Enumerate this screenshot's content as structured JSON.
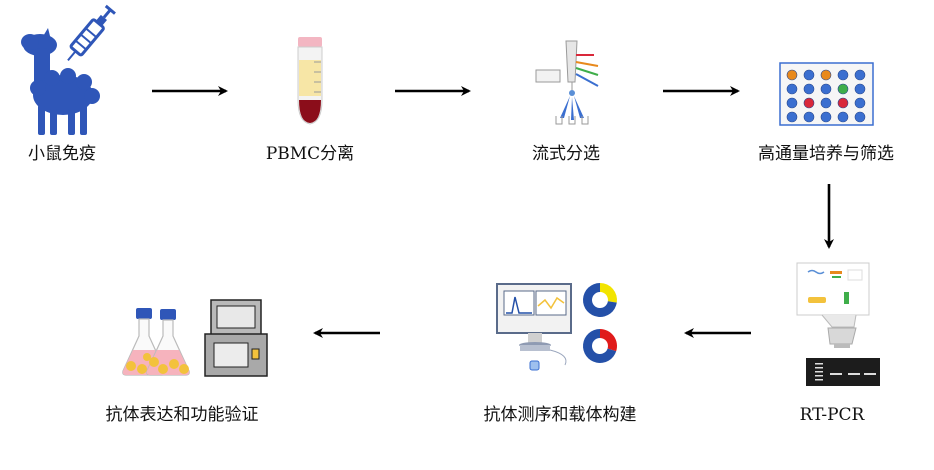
{
  "steps": [
    {
      "id": "immunize",
      "label": "小鼠免疫"
    },
    {
      "id": "pbmc",
      "label": "PBMC分离"
    },
    {
      "id": "facs",
      "label": "流式分选"
    },
    {
      "id": "screen",
      "label": "高通量培养与筛选"
    },
    {
      "id": "rtpcr",
      "label": "RT-PCR"
    },
    {
      "id": "seq",
      "label": "抗体测序和载体构建"
    },
    {
      "id": "express",
      "label": "抗体表达和功能验证"
    }
  ],
  "colors": {
    "animal": "#2f56b8",
    "arrow": "#000000",
    "tube_cap": "#f3b6c2",
    "serum": "#f7e6a6",
    "blood": "#8b0d1a",
    "well_blue": "#3b6fd0",
    "well_orange": "#e8891c",
    "well_red": "#d9283a",
    "well_green": "#3fae4a",
    "donut_blue": "#2450a8",
    "donut_yellow": "#f2e400",
    "donut_red": "#e01b1b",
    "flask_liquid": "#f6b3bd",
    "bead": "#f3c23c"
  }
}
